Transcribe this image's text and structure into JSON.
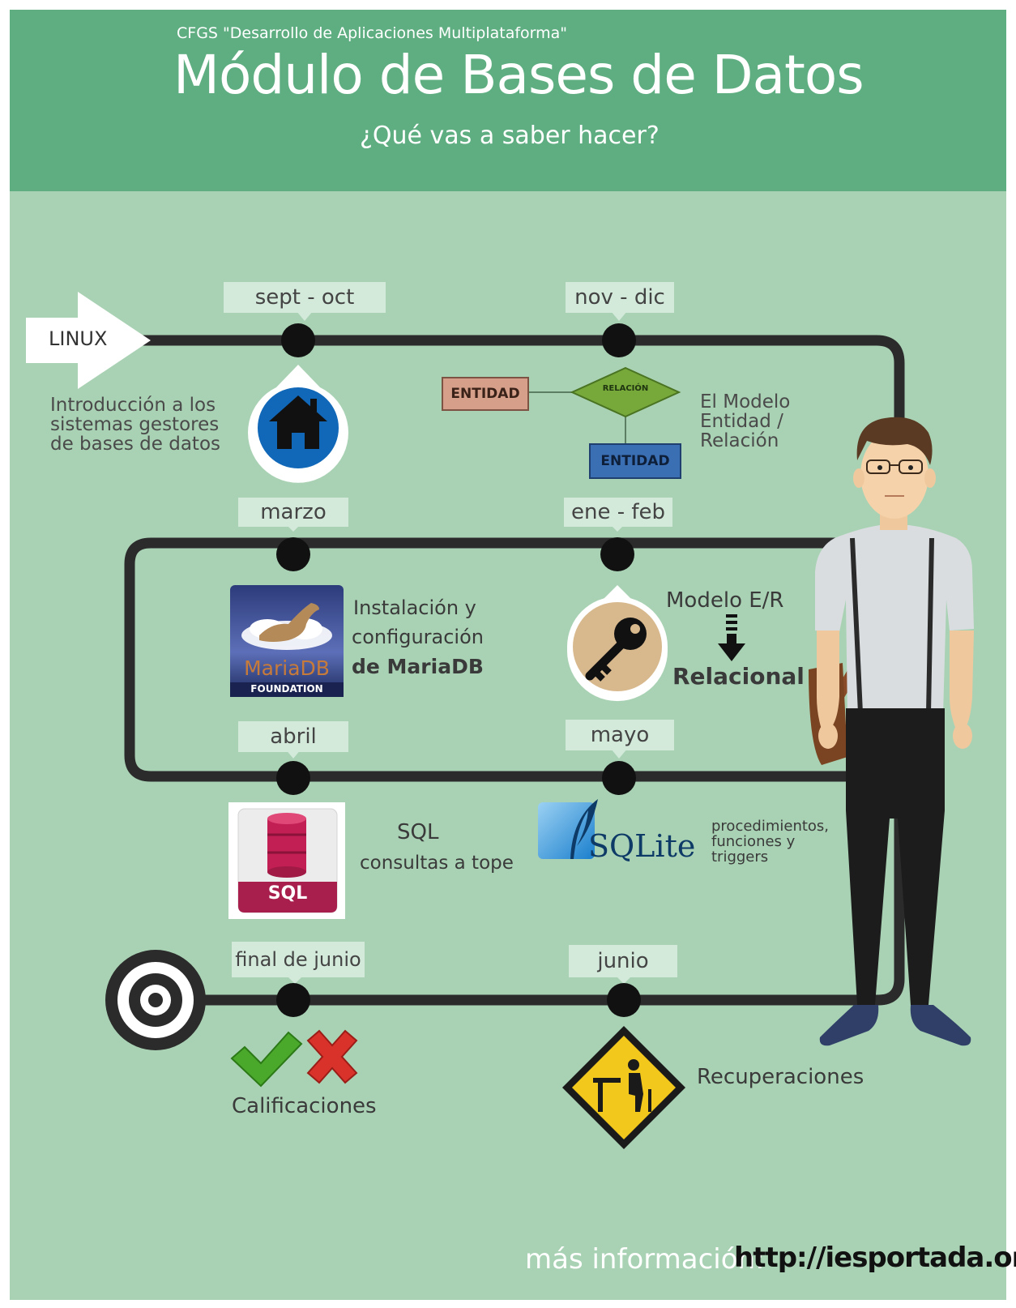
{
  "header": {
    "kicker": "CFGS \"Desarrollo de Aplicaciones Multiplataforma\"",
    "title": "Módulo de Bases de Datos",
    "subtitle": "¿Qué vas a saber hacer?"
  },
  "start_label": "LINUX",
  "milestones": {
    "m1": {
      "date": "sept - oct",
      "description": "Introducción a los\nsistemas gestores\nde bases de datos"
    },
    "m2": {
      "date": "nov - dic",
      "description": "El Modelo\nEntidad /\nRelación",
      "er": {
        "entity_a": "ENTIDAD",
        "relation": "RELACIÓN",
        "entity_b": "ENTIDAD"
      }
    },
    "m3": {
      "date": "ene - feb",
      "top": "Modelo E/R",
      "bottom": "Relacional"
    },
    "m4": {
      "date": "marzo",
      "line1": "Instalación y",
      "line2": "configuración",
      "line3": "de MariaDB",
      "logo_main": "MariaDB",
      "logo_sub": "FOUNDATION"
    },
    "m5": {
      "date": "abril",
      "title": "SQL",
      "subtitle": "consultas a tope",
      "icon_label": "SQL"
    },
    "m6": {
      "date": "mayo",
      "logo": "SQLite",
      "description": "procedimientos,\nfunciones y\ntriggers"
    },
    "m7": {
      "date": "junio",
      "description": "Recuperaciones"
    },
    "m8": {
      "date": "final de junio",
      "description": "Calificaciones"
    }
  },
  "footer": {
    "label": "más información:",
    "url": "http://iesportada.org"
  },
  "colors": {
    "header": "#5fae82",
    "body": "#a9d2b4",
    "track": "#2b2b2b",
    "tag": "#d3eadb"
  }
}
